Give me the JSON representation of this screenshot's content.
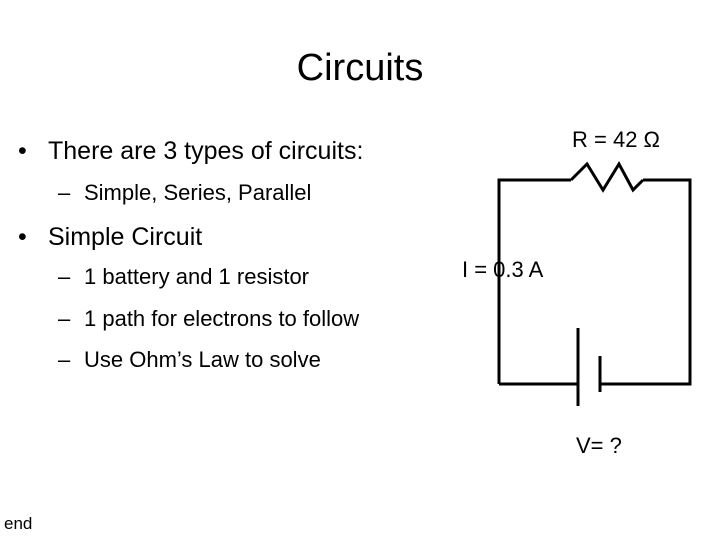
{
  "title": "Circuits",
  "bullets": [
    {
      "text": "There are 3 types of circuits:"
    },
    {
      "text": "Simple Circuit"
    }
  ],
  "subbullets": [
    {
      "text": "Simple, Series, Parallel"
    },
    {
      "text": "1 battery and 1 resistor"
    },
    {
      "text": "1 path for electrons to follow"
    },
    {
      "text": "Use Ohm’s Law to solve"
    }
  ],
  "circuit": {
    "resistance_label": "R = 42 Ω",
    "current_label": "I = 0.3 A",
    "voltage_label": "V= ?"
  },
  "nav": {
    "end_label": "end"
  }
}
